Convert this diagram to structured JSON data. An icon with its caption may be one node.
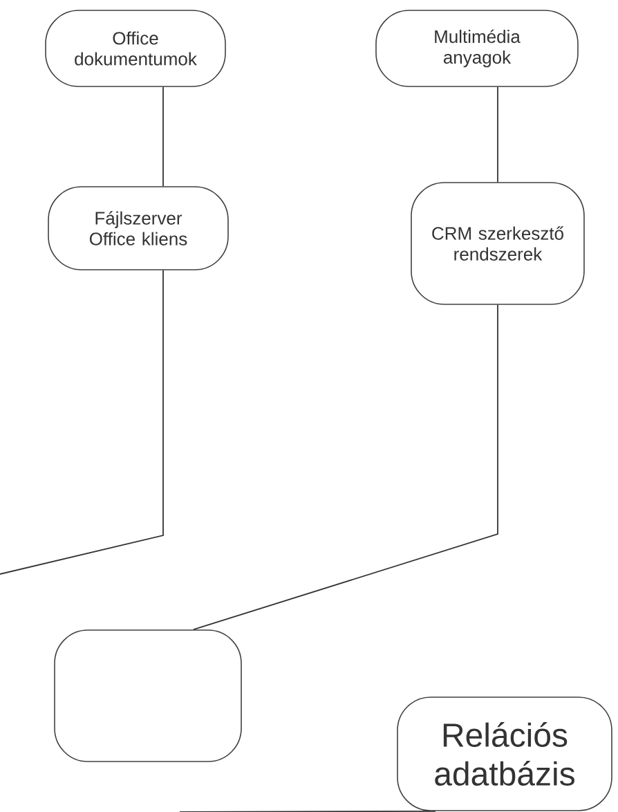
{
  "diagram": {
    "nodes": [
      {
        "text": [
          "Office dokumentumok"
        ]
      },
      {
        "text": [
          "Multimédia anyagok"
        ]
      },
      {
        "text": [
          "Fájlszerver Office kliens"
        ]
      },
      {
        "text": [
          "CRM szerkesztő rendszerek"
        ]
      },
      {
        "text": [],
        "shape": "box"
      },
      {
        "text": [
          "Relációs adatbázis"
        ]
      }
    ],
    "edges": [
      {
        "from": 0,
        "to": 2,
        "arrow": "none"
      },
      {
        "from": 1,
        "to": 3,
        "arrow": "none"
      },
      {
        "from": 2,
        "to": null,
        "arrow": "none"
      },
      {
        "from": 3,
        "to": 4,
        "arrow": "none"
      },
      {
        "from": 5,
        "to": null,
        "arrow": "none"
      }
    ]
  }
}
